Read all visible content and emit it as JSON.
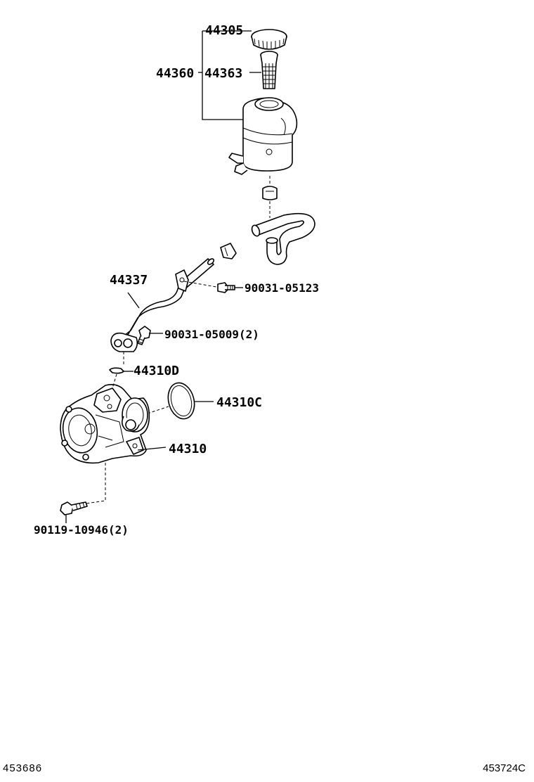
{
  "labels": {
    "reservoir_cap": "44305",
    "reservoir_assy": "44360",
    "strainer": "44363",
    "pressure_tube": "44337",
    "tube_bolt": "90031-05123",
    "union_bolt": "90031-05009(2)",
    "gasket": "44310D",
    "o_ring": "44310C",
    "vane_pump": "44310",
    "mount_bolt": "90119-10946(2)"
  },
  "footer": {
    "left_code": "453686",
    "right_code": "453724C"
  }
}
